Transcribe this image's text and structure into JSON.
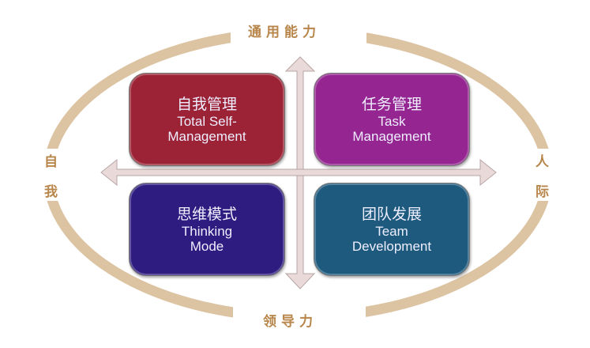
{
  "ring_labels": {
    "top": "通用能力",
    "bottom": "领导力",
    "left": [
      "自",
      "我"
    ],
    "right": [
      "人",
      "际"
    ]
  },
  "quadrants": [
    {
      "cn": "自我管理",
      "en1": "Total Self-",
      "en2": "Management",
      "color": "#9b2335"
    },
    {
      "cn": "任务管理",
      "en1": "Task",
      "en2": "Management",
      "color": "#952590"
    },
    {
      "cn": "思维模式",
      "en1": "Thinking",
      "en2": "Mode",
      "color": "#2f1c80"
    },
    {
      "cn": "团队发展",
      "en1": "Team",
      "en2": "Development",
      "color": "#1d5a7d"
    }
  ],
  "colors": {
    "ring": "#dcc3a2",
    "ring_label": "#b8864a",
    "arrow": "#e9d9d9"
  }
}
